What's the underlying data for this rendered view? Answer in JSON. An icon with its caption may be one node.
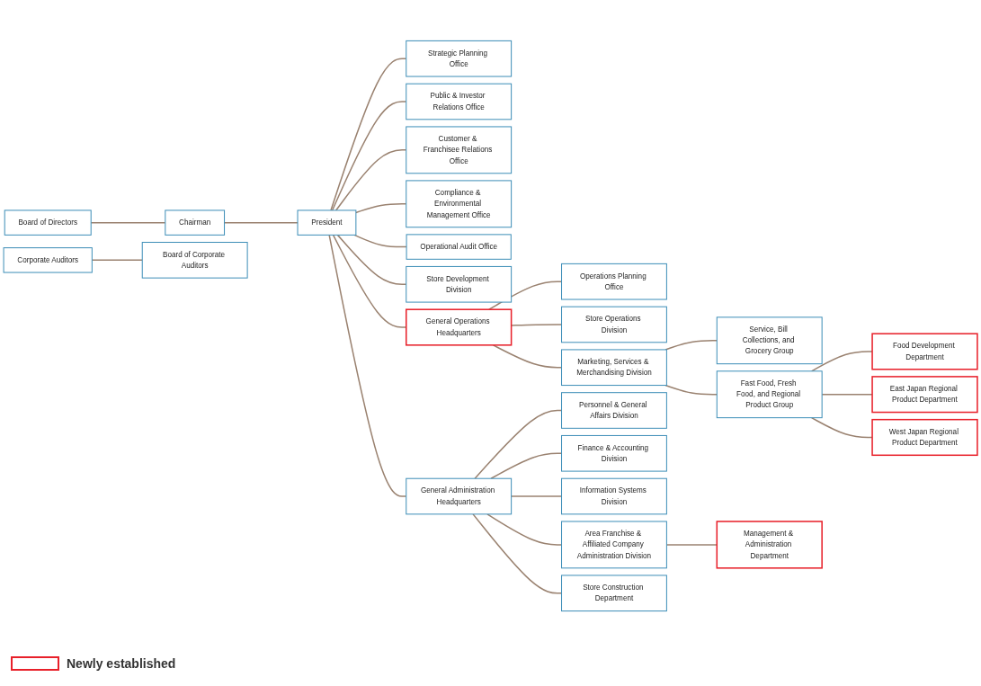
{
  "diagram": {
    "nodes": [
      {
        "text": [
          "Board of Directors"
        ]
      },
      {
        "text": [
          "Chairman"
        ]
      },
      {
        "text": [
          "President"
        ]
      },
      {
        "text": [
          "Corporate Auditors"
        ]
      },
      {
        "text": [
          "Board of Corporate Auditors"
        ]
      },
      {
        "text": [
          "Strategic Planning Office"
        ]
      },
      {
        "text": [
          "Public & Investor Relations Office"
        ]
      },
      {
        "text": [
          "Customer & Franchisee Relations Office"
        ]
      },
      {
        "text": [
          "Compliance & Environmental Management Office"
        ]
      },
      {
        "text": [
          "Operational Audit Office"
        ]
      },
      {
        "text": [
          "General Operations Headquarters"
        ]
      },
      {
        "text": [
          "Operations Planning Office"
        ]
      },
      {
        "text": [
          "General Administration Headquarters"
        ]
      },
      {
        "text": [
          "Store Operations Division"
        ]
      },
      {
        "text": [
          "Marketing, Services & Merchandising Division"
        ]
      },
      {
        "text": [
          "Store Development Division"
        ]
      },
      {
        "text": [
          "Fast Food, Fresh Food, and Regional Product Group"
        ]
      },
      {
        "text": [
          "Food Development Department"
        ]
      },
      {
        "text": [
          "East Japan Regional Product Department"
        ]
      },
      {
        "text": [
          "West Japan Regional Product Department"
        ]
      },
      {
        "text": [
          "Service, Bill Collections, and Grocery Group"
        ]
      },
      {
        "text": [
          "Personnel & General Affairs Division"
        ]
      },
      {
        "text": [
          "Finance & Accounting Division"
        ]
      },
      {
        "text": [
          "Information Systems Division"
        ]
      },
      {
        "text": [
          "Area Franchise & Affiliated Company Administration Division"
        ]
      },
      {
        "text": [
          "Management & Administration Department"
        ]
      },
      {
        "text": [
          "Store Construction Department"
        ]
      }
    ],
    "edges": [
      {
        "from": 0,
        "to": 1,
        "arrow": "none"
      },
      {
        "from": 1,
        "to": 2,
        "arrow": "none"
      },
      {
        "from": 3,
        "to": 4,
        "arrow": "none"
      },
      {
        "from": 2,
        "to": 5,
        "arrow": "none"
      },
      {
        "from": 2,
        "to": 6,
        "arrow": "none"
      },
      {
        "from": 2,
        "to": 7,
        "arrow": "none"
      },
      {
        "from": 2,
        "to": 8,
        "arrow": "none"
      },
      {
        "from": 2,
        "to": 9,
        "arrow": "none"
      },
      {
        "from": 2,
        "to": 10,
        "arrow": "none"
      },
      {
        "from": 2,
        "to": 12,
        "arrow": "none"
      },
      {
        "from": 2,
        "to": 15,
        "arrow": "none"
      },
      {
        "from": 10,
        "to": 11,
        "arrow": "none"
      },
      {
        "from": 10,
        "to": 13,
        "arrow": "none"
      },
      {
        "from": 10,
        "to": 14,
        "arrow": "none"
      },
      {
        "from": 14,
        "to": 16,
        "arrow": "none"
      },
      {
        "from": 14,
        "to": 20,
        "arrow": "none"
      },
      {
        "from": 16,
        "to": 17,
        "arrow": "none"
      },
      {
        "from": 16,
        "to": 18,
        "arrow": "none"
      },
      {
        "from": 16,
        "to": 19,
        "arrow": "none"
      },
      {
        "from": 12,
        "to": 21,
        "arrow": "none"
      },
      {
        "from": 12,
        "to": 22,
        "arrow": "none"
      },
      {
        "from": 12,
        "to": 23,
        "arrow": "none"
      },
      {
        "from": 12,
        "to": 24,
        "arrow": "none"
      },
      {
        "from": 12,
        "to": 26,
        "arrow": "none"
      },
      {
        "from": 24,
        "to": 25,
        "arrow": "none"
      }
    ],
    "legend": [
      {
        "text": "Newly established"
      }
    ]
  }
}
